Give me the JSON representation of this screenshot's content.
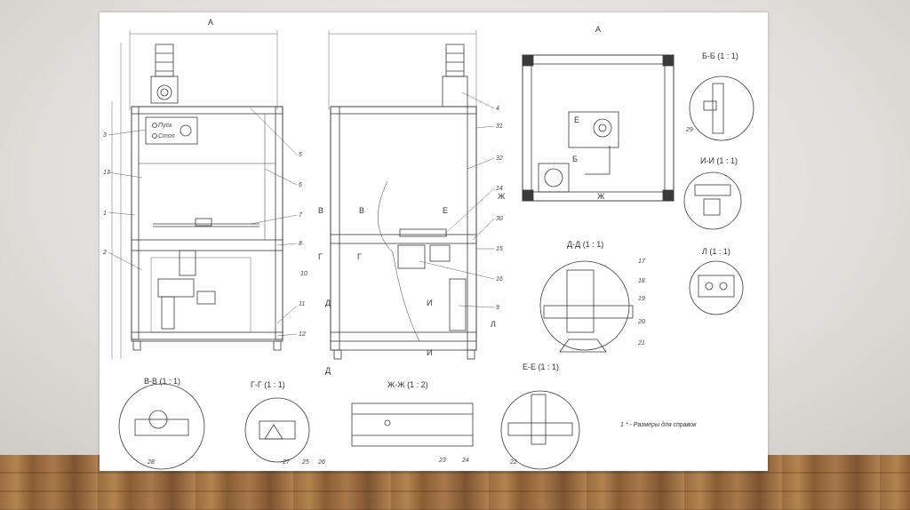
{
  "view_labels": {
    "arrow_a_top": "А",
    "view_a": "А",
    "section_bb": "Б-Б (1 : 1)",
    "section_ii": "И-И (1 : 1)",
    "section_ll": "Л (1 : 1)",
    "section_dd": "Д-Д (1 : 1)",
    "section_ee": "Е-Е (1 : 1)",
    "section_vv": "В-В (1 : 1)",
    "section_gg": "Г-Г (1 : 1)",
    "section_zhzh": "Ж-Ж (1 : 2)"
  },
  "cut_markers": {
    "v_left": "В",
    "v_right": "В",
    "g_left": "Г",
    "g_right": "Г",
    "d_top": "Д",
    "d_bottom": "Д",
    "i_top": "И",
    "i_bottom": "И",
    "e_mark": "Е",
    "l_mark": "Л",
    "b_mark": "Б",
    "e_plan": "Е",
    "zh_left": "Ж",
    "zh_right": "Ж"
  },
  "front_callouts": [
    "3",
    "13",
    "1",
    "2",
    "5",
    "6",
    "7",
    "8",
    "10",
    "11",
    "12"
  ],
  "side_callouts": [
    "4",
    "31",
    "32",
    "14",
    "30",
    "15",
    "16",
    "9"
  ],
  "detail_callouts": [
    "29",
    "17",
    "18",
    "19",
    "20",
    "21",
    "28",
    "27",
    "25",
    "26",
    "23",
    "24",
    "22"
  ],
  "panel_labels": {
    "start": "Пуск",
    "stop": "Стоп"
  },
  "footnote": "1  * - Размеры для справок",
  "colors": {
    "wall": "#e3e1dd",
    "sheet": "#ffffff",
    "line": "#3a3a3a",
    "floor": "#9a6c3e"
  }
}
